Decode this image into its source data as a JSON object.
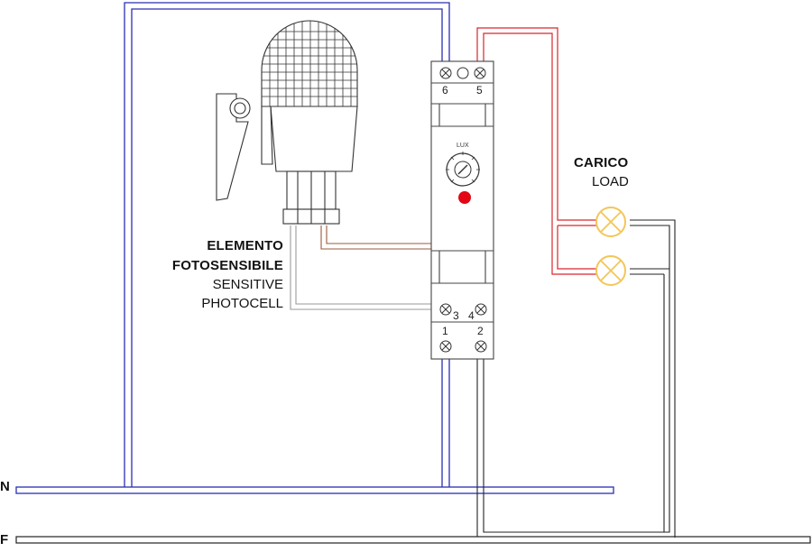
{
  "photocell_label": {
    "title_line1": "ELEMENTO",
    "title_line2": "FOTOSENSIBILE",
    "sub_line1": "SENSITIVE",
    "sub_line2": "PHOTOCELL"
  },
  "load_label": {
    "title": "CARICO",
    "sub": "LOAD"
  },
  "rails": {
    "neutral": "N",
    "phase": "F"
  },
  "device": {
    "dial_label": "LUX",
    "terminals": {
      "t1": "1",
      "t2": "2",
      "t3": "3",
      "t4": "4",
      "t5": "5",
      "t6": "6"
    }
  },
  "colors": {
    "neutral_wire": "#2a2fb5",
    "phase_wire": "#222222",
    "load_wire": "#d9262b",
    "sensor_wire_brown": "#9b5a3a",
    "sensor_wire_gray": "#9a9a9a",
    "lamp": "#f3c65a",
    "indicator": "#e30613"
  }
}
